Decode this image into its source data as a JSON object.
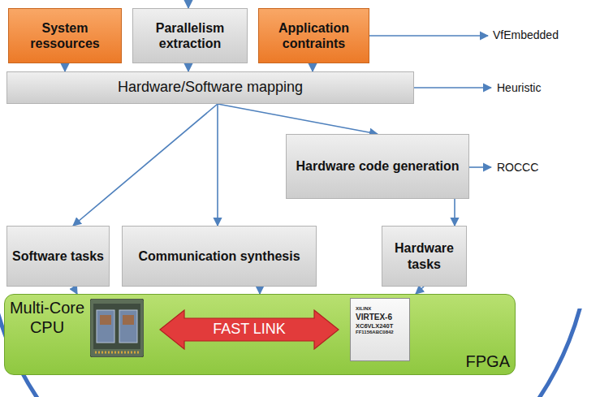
{
  "diagram": {
    "nodes": [
      {
        "text": [
          "System ressources"
        ]
      },
      {
        "text": [
          "Parallelism extraction"
        ]
      },
      {
        "text": [
          "Application contraints"
        ]
      },
      {
        "text": [
          "Hardware/Software mapping"
        ]
      },
      {
        "text": [
          "Hardware code generation"
        ]
      },
      {
        "text": [
          "Software tasks"
        ]
      },
      {
        "text": [
          "Communication synthesis"
        ]
      },
      {
        "text": [
          "Hardware tasks"
        ]
      },
      {
        "text": [
          "Multi-Core CPU",
          "FPGA"
        ]
      },
      {
        "text": [
          "FAST LINK"
        ],
        "in": 8
      }
    ],
    "edges": [
      {
        "from": 0,
        "to": 3,
        "arrow": "to"
      },
      {
        "from": 1,
        "to": 3,
        "arrow": "to"
      },
      {
        "from": 2,
        "to": 3,
        "arrow": "to"
      },
      {
        "from": 3,
        "to": 5,
        "arrow": "to"
      },
      {
        "from": 3,
        "to": 6,
        "arrow": "to"
      },
      {
        "from": 3,
        "to": 4,
        "arrow": "to"
      },
      {
        "from": 4,
        "to": 7,
        "arrow": "to"
      },
      {
        "from": 5,
        "to": 8,
        "arrow": "to"
      },
      {
        "from": 6,
        "to": 8,
        "arrow": "to"
      },
      {
        "from": 7,
        "to": 8,
        "arrow": "to"
      }
    ],
    "labels": [
      "VfEmbedded",
      "Heuristic",
      "ROCCC",
      "XILINX",
      "VIRTEX-6",
      "XC6VLX240T",
      "FF1156ABC0842"
    ]
  }
}
